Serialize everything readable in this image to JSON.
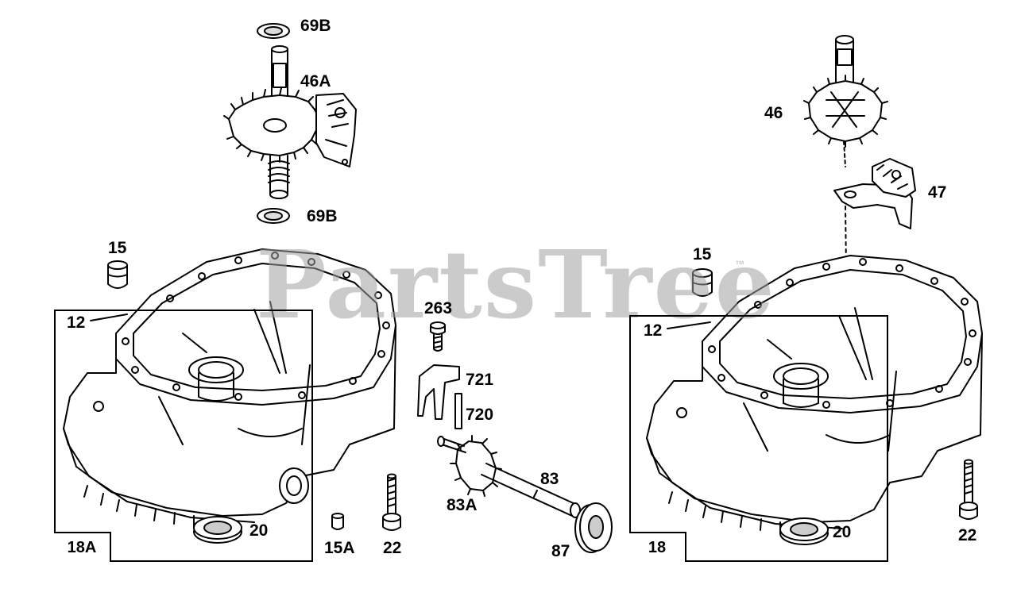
{
  "watermark": {
    "text": "PartsTree",
    "trademark": "™"
  },
  "left_assembly": {
    "box_tag": "18A",
    "labels": {
      "washer_top": "69B",
      "camshaft": "46A",
      "washer_bottom": "69B",
      "plug": "15",
      "gasket": "12",
      "seal": "20"
    }
  },
  "middle_parts": {
    "labels": {
      "screw": "263",
      "link": "721",
      "pin": "720",
      "shaft": "83",
      "gear": "83A",
      "washer": "87",
      "plug": "15A",
      "bolt": "22"
    }
  },
  "right_assembly": {
    "box_tag": "18",
    "labels": {
      "cam_gear": "46",
      "governor": "47",
      "plug": "15",
      "gasket": "12",
      "seal": "20",
      "bolt": "22"
    }
  }
}
